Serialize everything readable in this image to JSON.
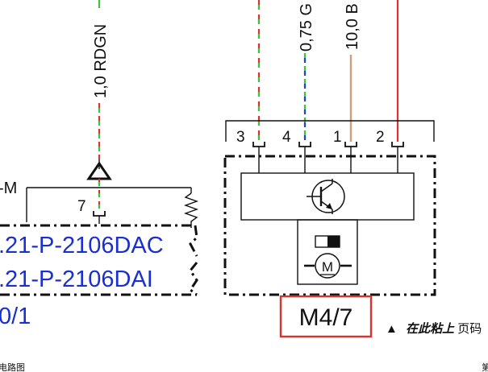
{
  "diagram": {
    "wires": {
      "left_wire_label": "1,0 RDGN",
      "mid_wire_label": "0,75 G",
      "right_wire_label": "10,0 B"
    },
    "left_block": {
      "ground_partial_label": "-M",
      "pin_number": "7",
      "ref_line_1": ".21-P-2106DAC",
      "ref_line_2": ".21-P-2106DAI",
      "ref_partial": "0/1"
    },
    "connector": {
      "pins": [
        "3",
        "4",
        "1",
        "2"
      ]
    },
    "component": {
      "label": "M4/7",
      "motor_symbol": "M",
      "highlight_color": "#d9332b"
    },
    "note": {
      "marker": "▲",
      "text_bold": "在此粘上",
      "text_rest": "页码"
    },
    "footer": {
      "left_fragment": "电路图",
      "right_fragment": "第"
    }
  }
}
